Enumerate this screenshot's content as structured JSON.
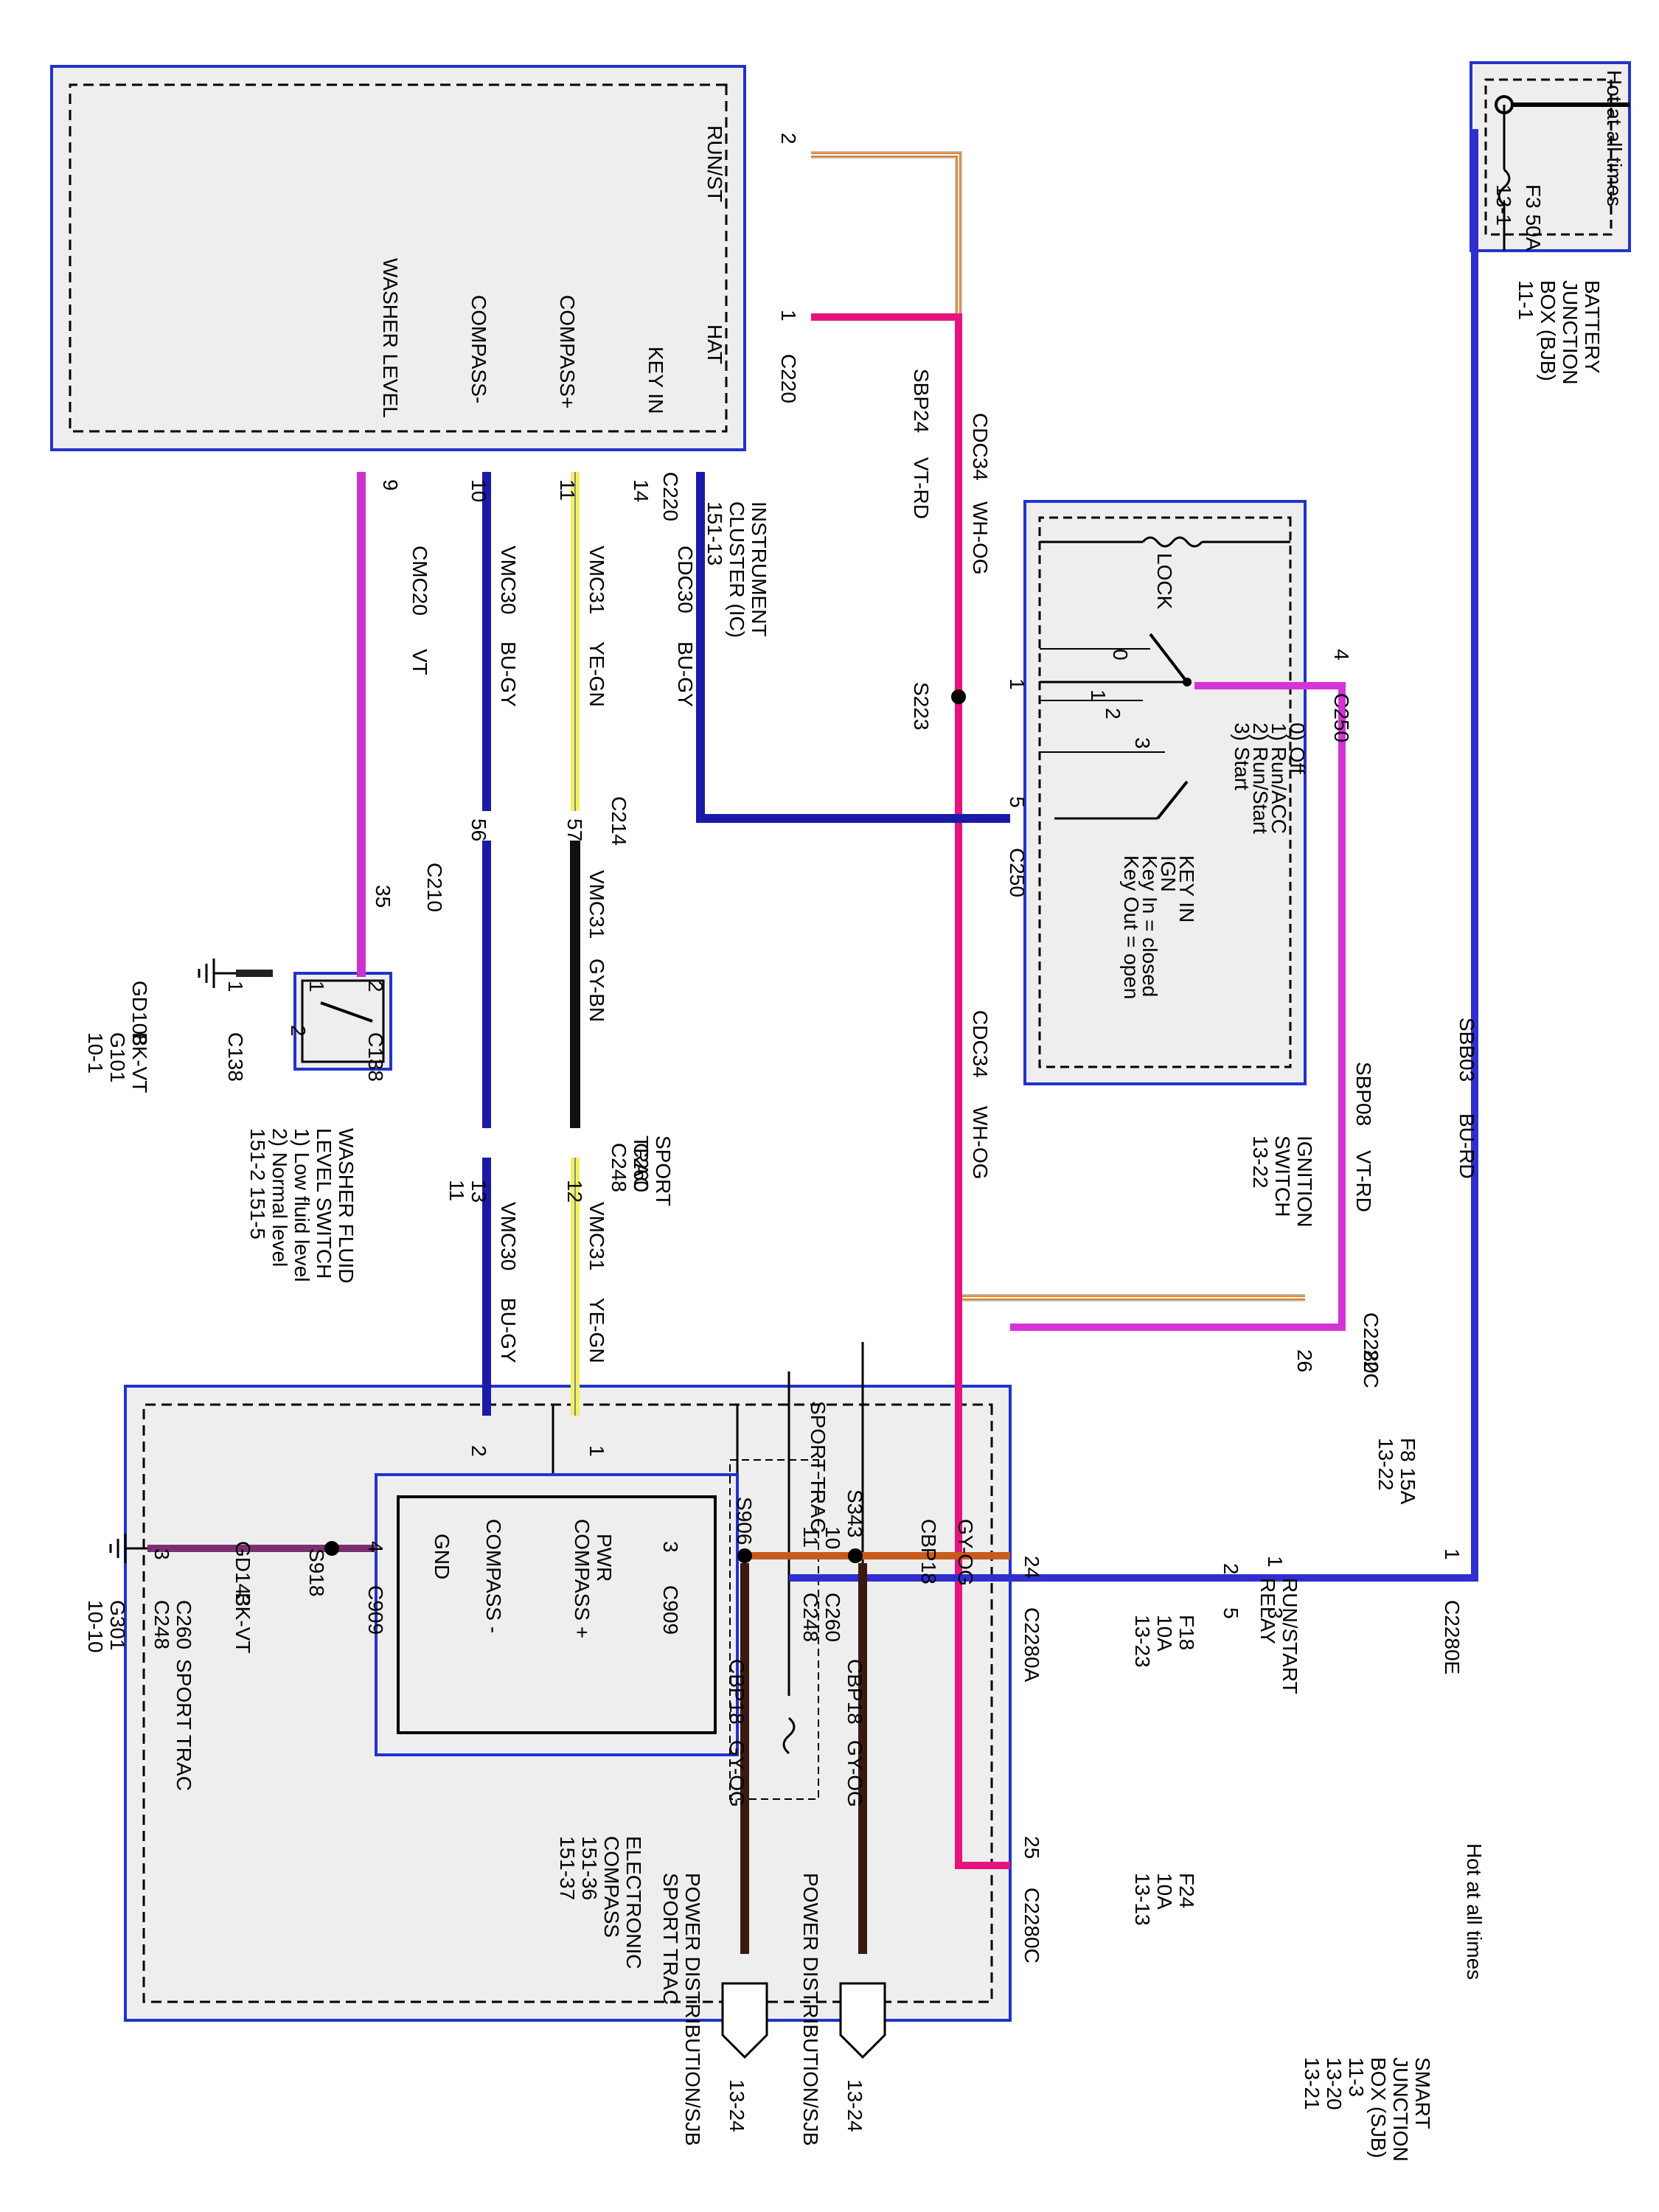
{
  "modules": {
    "instrument_cluster": {
      "name": [
        "INSTRUMENT",
        "CLUSTER (IC)",
        "151-13"
      ],
      "pins": {
        "run_st": "RUN/ST",
        "hat": "HAT",
        "key_in": "KEY IN",
        "compass_pos": "COMPASS+",
        "compass_neg": "COMPASS-",
        "washer_level": "WASHER LEVEL"
      },
      "connector_top": "C220",
      "connector_bottom": "C220",
      "pin_nums": {
        "run_st": "2",
        "hat": "1",
        "key_in": "14",
        "compass_pos": "11",
        "compass_neg": "10",
        "washer_level": "9"
      }
    },
    "battery_junction_box": {
      "name": [
        "BATTERY",
        "JUNCTION",
        "BOX (BJB)",
        "11-1"
      ],
      "hot_label": "Hot at all times",
      "fuse": [
        "F3  50A",
        "13-1"
      ]
    },
    "ignition_switch": {
      "name": [
        "IGNITION",
        "SWITCH",
        "13-22"
      ],
      "lock_label": "LOCK",
      "positions": [
        "0) Off",
        "1) Run/ACC",
        "2) Run/Start",
        "3) Start"
      ],
      "key_notes": [
        "KEY IN",
        "IGN",
        "Key In = closed",
        "Key Out = open"
      ],
      "contact_nums": [
        "0",
        "1",
        "2",
        "3"
      ],
      "pin_nums": {
        "top": "4",
        "s223": "1",
        "key": "5"
      },
      "connectors": {
        "top": "C250",
        "key": "C250"
      }
    },
    "smart_junction_box": {
      "name": [
        "SMART",
        "JUNCTION",
        "BOX (SJB)",
        "11-3",
        "13-20",
        "13-21"
      ],
      "hot_label": "Hot at all times",
      "relay_name": [
        "RUN/START",
        "RELAY"
      ],
      "relay_pins": [
        "1",
        "2",
        "3",
        "5"
      ],
      "fuses": {
        "f8": [
          "F8  15A",
          "13-22"
        ],
        "f18": [
          "F18",
          "10A",
          "13-23"
        ],
        "f24": [
          "F24",
          "10A",
          "13-13"
        ]
      },
      "connectors": {
        "c2280e": "C2280E",
        "c2280c_top": "C2280C",
        "c2280a": "C2280A",
        "c2280c_bottom": "C2280C"
      },
      "pin_nums": {
        "p1": "1",
        "p22": "22",
        "p26": "26",
        "p24": "24",
        "p25": "25"
      }
    },
    "electronic_compass": {
      "name": [
        "ELECTRONIC",
        "COMPASS",
        "151-36",
        "151-37"
      ],
      "pins": {
        "pwr": "PWR",
        "compass_pos": "COMPASS +",
        "compass_neg": "COMPASS -",
        "gnd": "GND"
      },
      "connectors": {
        "pwr": "C909",
        "gnd": "C909"
      },
      "pin_nums": {
        "pwr": "3",
        "gnd": "4",
        "top": "1",
        "left": "2"
      }
    },
    "washer_switch": {
      "name": [
        "WASHER FLUID",
        "LEVEL SWITCH",
        "1) Low fluid level",
        "2) Normal level",
        "151-2     151-5"
      ],
      "contacts": [
        "1",
        "2"
      ],
      "connectors": {
        "left": "C138",
        "right": "C138"
      },
      "pin_nums": {
        "left": "1",
        "right": "2"
      }
    }
  },
  "wires": {
    "cdc34_top": [
      "CDC34",
      "WH-OG"
    ],
    "cdc34_bottom": [
      "CDC34",
      "WH-OG"
    ],
    "sbp24": [
      "SBP24",
      "VT-RD"
    ],
    "sbb03": [
      "SBB03",
      "BU-RD"
    ],
    "sbp08": [
      "SBP08",
      "VT-RD"
    ],
    "cdc30": [
      "CDC30",
      "BU-GY"
    ],
    "vmc31_top": [
      "VMC31",
      "YE-GN"
    ],
    "vmc30_top": [
      "VMC30",
      "BU-GY"
    ],
    "cmc20": [
      "CMC20",
      "VT"
    ],
    "vmc31_mid": [
      "VMC31",
      "GY-BN"
    ],
    "vmc31_bot": [
      "VMC31",
      "YE-GN"
    ],
    "vmc30_bot": [
      "VMC30",
      "BU-GY"
    ],
    "gd108": [
      "GD108",
      "BK-VT"
    ],
    "gd143": [
      "GD143",
      "BK-VT"
    ],
    "cbp18_main": [
      "CBP18",
      "GY-OG"
    ],
    "cbp18_a": [
      "CBP18",
      "GY-OG"
    ],
    "cbp18_b": [
      "CBP18",
      "GY-OG"
    ]
  },
  "splices": {
    "s223": "S223",
    "s343": "S343",
    "s906": "S906",
    "s918": "S918"
  },
  "connectors": {
    "c214": "C214",
    "c214_pins": [
      "57",
      "56"
    ],
    "c210": "C210",
    "c210_pin": "35",
    "c248_top": "C248",
    "c260_top": "C260",
    "c248_pins": [
      "12",
      "13",
      "11"
    ],
    "c248_mid": "C248",
    "c260_mid": "C260",
    "c248_mid_pins": [
      "11",
      "10"
    ],
    "c248_low": "C248",
    "c260_low": "C260",
    "c248_low_pin": "3"
  },
  "grounds": {
    "g101": [
      "G101",
      "10-1"
    ],
    "g301": [
      "G301",
      "10-10"
    ]
  },
  "notes": {
    "sport_trac_1": [
      "SPORT",
      "TRAC"
    ],
    "sport_trac_2": "SPORT TRAC",
    "sport_trac_3": "SPORT TRAC",
    "sport_trac_4": "SPORT TRAC"
  },
  "power_dist": {
    "a": {
      "label": "POWER DISTRIBUTION/SJB",
      "ref": "13-24"
    },
    "b": {
      "label": "POWER DISTRIBUTION/SJB",
      "label2": "SPORT TRAC",
      "ref": "13-24"
    }
  }
}
